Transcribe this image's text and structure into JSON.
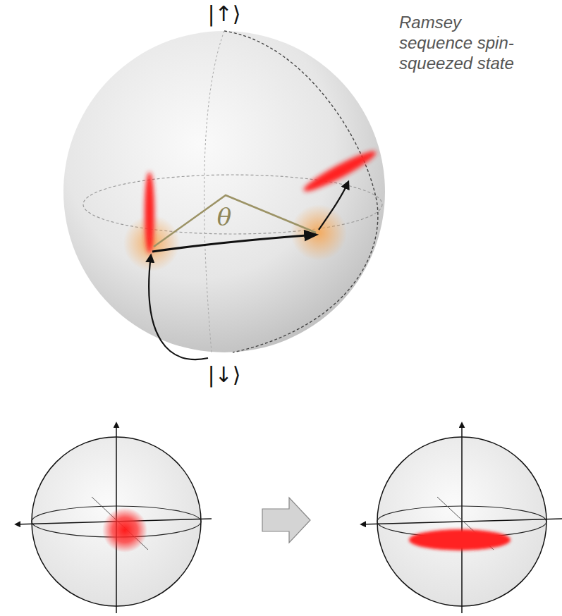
{
  "diagram": {
    "labels": [
      "|↑⟩",
      "Ramsey sequence spin-squeezed state",
      "θ",
      "|↓⟩"
    ]
  }
}
